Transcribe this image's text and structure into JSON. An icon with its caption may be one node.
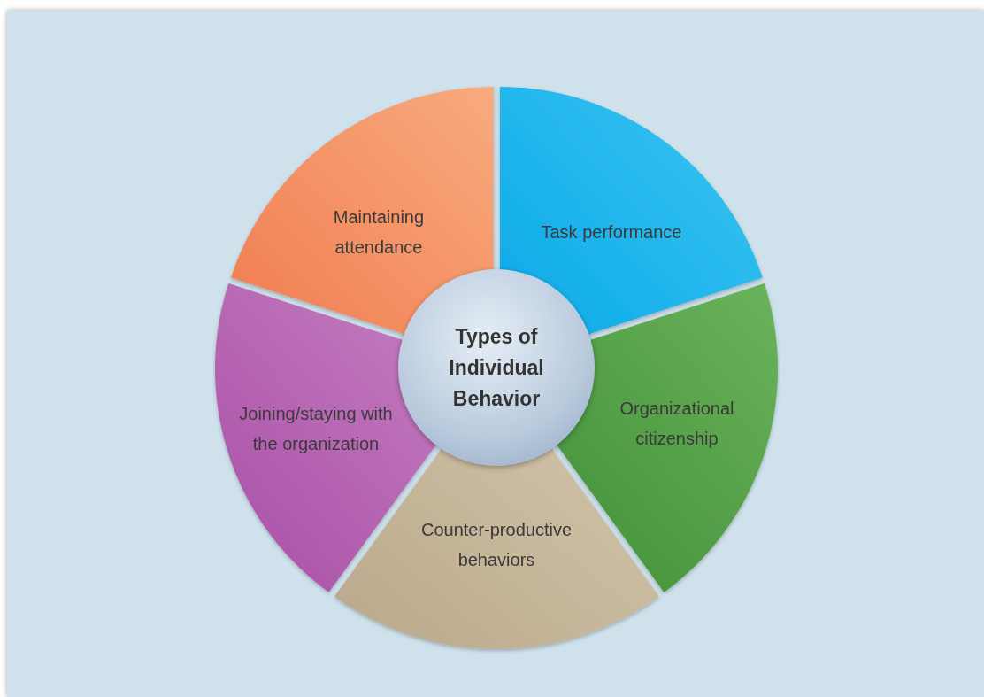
{
  "diagram": {
    "nodes": [
      {
        "text": [
          "Types of Individual Behavior"
        ]
      },
      {
        "text": [
          "Maintaining attendance"
        ]
      },
      {
        "text": [
          "Task performance"
        ]
      },
      {
        "text": [
          "Joining/staying with the organization"
        ]
      },
      {
        "text": [
          "Organizational citizenship"
        ]
      },
      {
        "text": [
          "Counter-productive behaviors"
        ]
      }
    ]
  }
}
